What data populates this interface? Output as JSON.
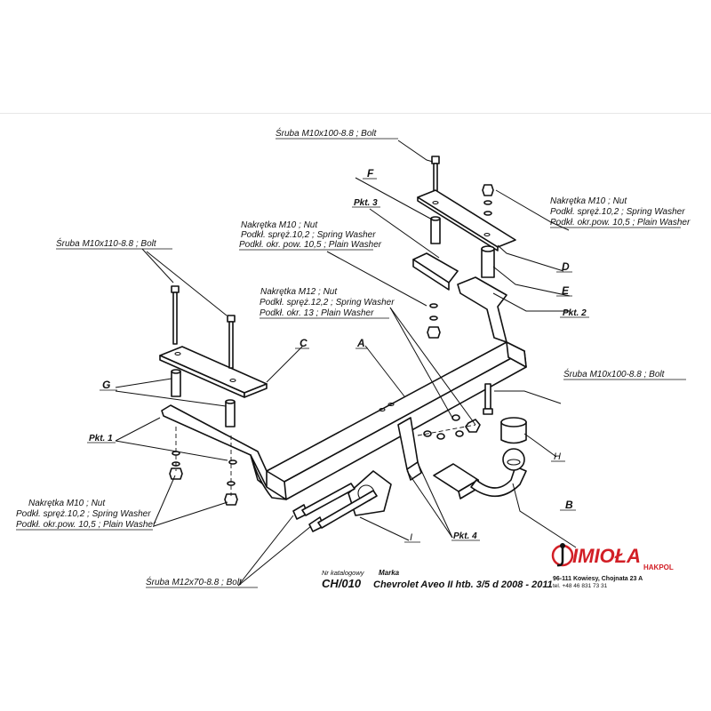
{
  "labels": {
    "bolt_top": "Śruba M10x100-8.8 ;  Bolt",
    "bolt_left": "Śruba M10x110-8.8 ;  Bolt",
    "bolt_right": "Śruba M10x100-8.8 ;  Bolt",
    "bolt_bottom": "Śruba M12x70-8.8 ;  Bolt",
    "nut_top_right": [
      "Nakrętka  M10 ; Nut",
      "Podkł. spręż.10,2 ; Spring Washer",
      "Podkł. okr.pow. 10,5 ; Plain Washer"
    ],
    "nut_center": [
      "Nakrętka  M10 ; Nut",
      "Podkł. spręż.10,2 ; Spring Washer",
      "Podkł. okr. pow. 10,5 ; Plain Washer"
    ],
    "nut_m12": [
      "Nakrętka  M12 ; Nut",
      "Podkł. spręż.12,2 ; Spring Washer",
      "Podkł. okr. 13 ; Plain Washer"
    ],
    "nut_bottom_left": [
      "Nakrętka  M10 ; Nut",
      "Podkł. spręż.10,2 ; Spring Washer",
      "Podkł. okr.pow. 10,5 ; Plain Washer"
    ]
  },
  "letters": {
    "A": "A",
    "B": "B",
    "C": "C",
    "D": "D",
    "E": "E",
    "F": "F",
    "G": "G",
    "H": "H",
    "I": "I"
  },
  "points": {
    "pkt1": "Pkt. 1",
    "pkt2": "Pkt. 2",
    "pkt3": "Pkt. 3",
    "pkt4": "Pkt. 4"
  },
  "title_block": {
    "catalog_caption": "Nr katalogowy",
    "catalog_no": "CH/010",
    "brand_caption": "Marka",
    "model": "Chevrolet Aveo II htb. 3/5 d 2008 - 2011"
  },
  "company": {
    "logo_text": "IMIOŁA",
    "logo_sub": "HAKPOL",
    "address": "96-111 Kowiesy, Chojnata 23 A",
    "phone": "tel. +48 46 831 73 31"
  }
}
